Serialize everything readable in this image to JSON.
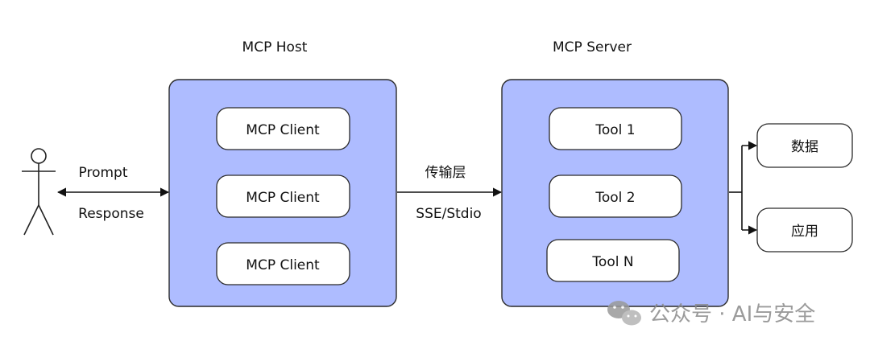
{
  "host": {
    "title": "MCP Host",
    "clients": [
      "MCP Client",
      "MCP Client",
      "MCP Client"
    ]
  },
  "server": {
    "title": "MCP Server",
    "tools": [
      "Tool 1",
      "Tool 2",
      "Tool N"
    ]
  },
  "user_link": {
    "top_label": "Prompt",
    "bottom_label": "Response"
  },
  "transport": {
    "top_label": "传输层",
    "bottom_label": "SSE/Stdio"
  },
  "resources": [
    "数据",
    "应用"
  ],
  "watermark": {
    "text": "公众号 · AI与安全"
  },
  "colors": {
    "container_fill": "#aebcff",
    "container_stroke": "#2a2a2a",
    "node_fill": "#ffffff"
  }
}
